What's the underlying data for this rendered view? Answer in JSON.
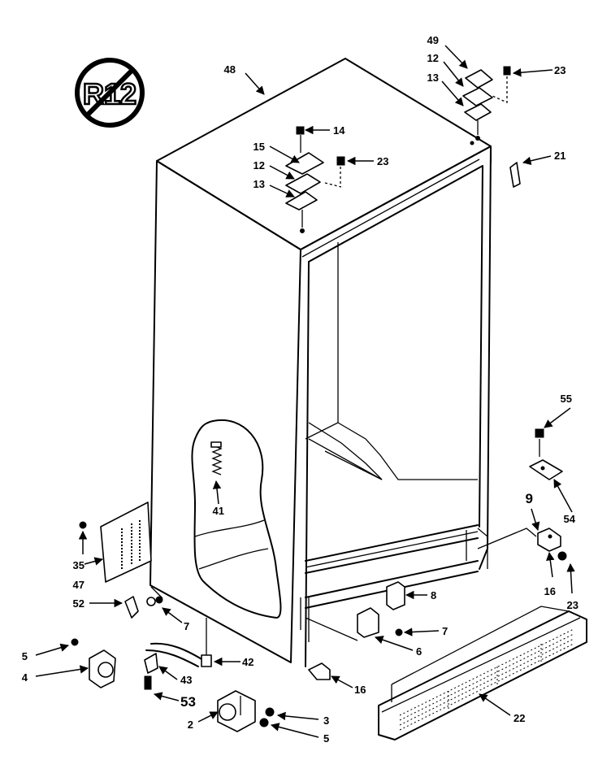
{
  "emblem": {
    "text": "R12"
  },
  "callouts": {
    "c48": "48",
    "c49": "49",
    "c12a": "12",
    "c13a": "13",
    "c23a": "23",
    "c14": "14",
    "c15": "15",
    "c12b": "12",
    "c13b": "13",
    "c23b": "23",
    "c21": "21",
    "c55": "55",
    "c54": "54",
    "c9": "9",
    "c16a": "16",
    "c23c": "23",
    "c41": "41",
    "c35": "35",
    "c47": "47",
    "c52": "52",
    "c7a": "7",
    "c8": "8",
    "c7b": "7",
    "c6": "6",
    "c5a": "5",
    "c4": "4",
    "c42": "42",
    "c43": "43",
    "c53": "53",
    "c16b": "16",
    "c22": "22",
    "c2": "2",
    "c3": "3",
    "c5b": "5"
  }
}
